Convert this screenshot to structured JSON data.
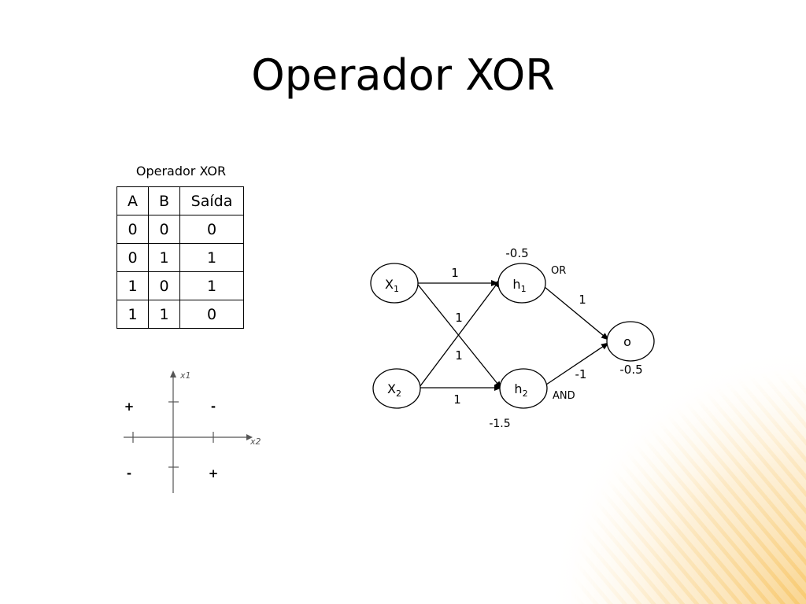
{
  "slide": {
    "title": "Operador XOR"
  },
  "truth_table": {
    "caption": "Operador XOR",
    "headers": [
      "A",
      "B",
      "Saída"
    ],
    "rows": [
      [
        "0",
        "0",
        "0"
      ],
      [
        "0",
        "1",
        "1"
      ],
      [
        "1",
        "0",
        "1"
      ],
      [
        "1",
        "1",
        "0"
      ]
    ]
  },
  "xor_plot": {
    "y_axis_label": "x1",
    "x_axis_label": "x2",
    "quadrant_signs": {
      "top_left": "+",
      "top_right": "-",
      "bottom_left": "-",
      "bottom_right": "+"
    }
  },
  "network": {
    "nodes": {
      "x1": {
        "label": "X",
        "sub": "1"
      },
      "x2": {
        "label": "X",
        "sub": "2"
      },
      "h1": {
        "label": "h",
        "sub": "1",
        "bias": "-0.5",
        "gate": "OR"
      },
      "h2": {
        "label": "h",
        "sub": "2",
        "bias": "-1.5",
        "gate": "AND"
      },
      "o": {
        "label": "o",
        "bias": "-0.5"
      }
    },
    "weights": {
      "x1_h1": "1",
      "x2_h1": "1",
      "x1_h2": "1",
      "x2_h2": "1",
      "h1_o": "1",
      "h2_o": "-1"
    }
  },
  "colors": {
    "ink": "#000000",
    "plot_gray": "#555555",
    "decor_gold": "#f5b335"
  }
}
